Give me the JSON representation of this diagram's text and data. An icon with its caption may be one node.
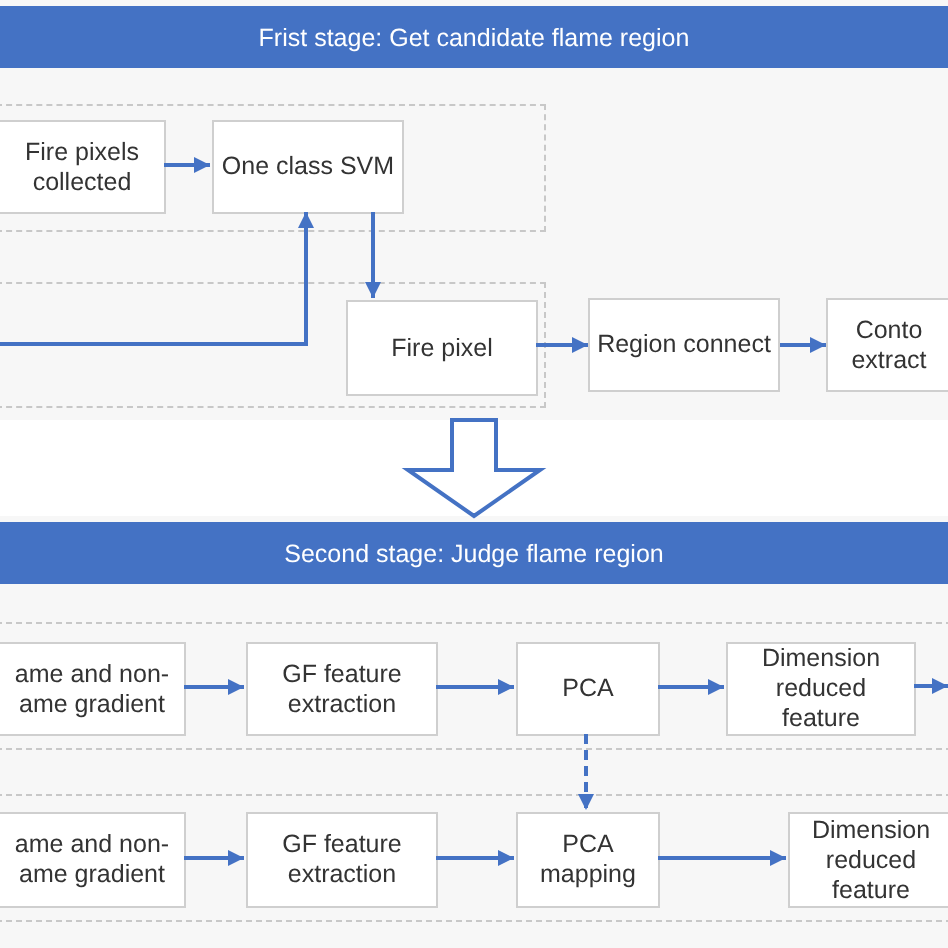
{
  "diagram": {
    "nodes": [
      {
        "text": [
          "Frist stage: Get candidate flame region"
        ]
      },
      {
        "text": [],
        "shape": "box",
        "in": 0
      },
      {
        "text": [
          "Fire pixels collected"
        ],
        "in": 1
      },
      {
        "text": [
          "One class SVM"
        ],
        "in": 1
      },
      {
        "text": [],
        "shape": "box",
        "in": 0
      },
      {
        "text": [
          "Fire pixel"
        ],
        "in": 4
      },
      {
        "text": [
          "Region connect"
        ],
        "in": 0
      },
      {
        "text": [
          "Conto extract"
        ],
        "in": 0
      },
      {
        "text": [
          "Second stage: Judge flame region"
        ]
      },
      {
        "text": [],
        "shape": "box",
        "in": 8
      },
      {
        "text": [
          "ame and non- ame gradient"
        ],
        "in": 9
      },
      {
        "text": [
          "GF feature extraction"
        ],
        "in": 9
      },
      {
        "text": [
          "PCA"
        ],
        "in": 9
      },
      {
        "text": [
          "Dimension reduced feature"
        ],
        "in": 9
      },
      {
        "text": [],
        "shape": "box",
        "in": 8
      },
      {
        "text": [
          "ame and non- ame gradient"
        ],
        "in": 14
      },
      {
        "text": [
          "GF feature extraction"
        ],
        "in": 14
      },
      {
        "text": [
          "PCA mapping"
        ],
        "in": 14
      },
      {
        "text": [
          "Dimension reduced feature"
        ],
        "in": 14
      }
    ],
    "edges": [
      {
        "from": 2,
        "to": 3,
        "arrow": "to"
      },
      {
        "from": 4,
        "to": 3,
        "arrow": "to"
      },
      {
        "from": 3,
        "to": 5,
        "arrow": "to"
      },
      {
        "from": 5,
        "to": 6,
        "arrow": "to"
      },
      {
        "from": 6,
        "to": 7,
        "arrow": "to"
      },
      {
        "from": 0,
        "to": 8,
        "arrow": "to",
        "style": "thick"
      },
      {
        "from": 10,
        "to": 11,
        "arrow": "to"
      },
      {
        "from": 11,
        "to": 12,
        "arrow": "to"
      },
      {
        "from": 12,
        "to": 13,
        "arrow": "to"
      },
      {
        "from": 13,
        "to": null,
        "arrow": "to"
      },
      {
        "from": 12,
        "to": 17,
        "arrow": "to",
        "style": "dashed"
      },
      {
        "from": 15,
        "to": 16,
        "arrow": "to"
      },
      {
        "from": 16,
        "to": 17,
        "arrow": "to"
      },
      {
        "from": 17,
        "to": 18,
        "arrow": "to"
      }
    ]
  }
}
